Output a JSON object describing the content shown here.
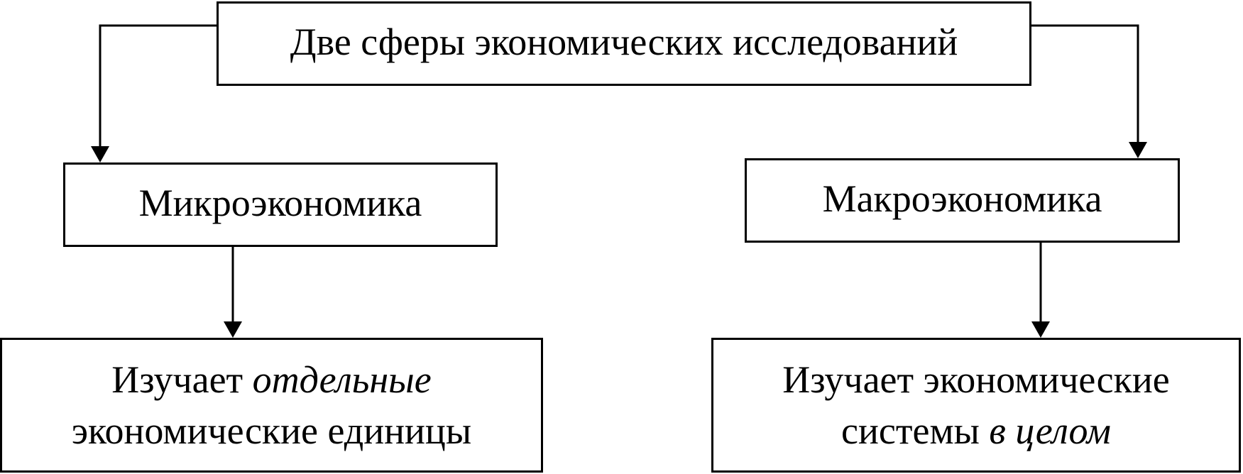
{
  "diagram": {
    "title": "Две сферы экономических исследований",
    "micro": {
      "label": "Микроэкономика",
      "description": {
        "line1_plain": "Изучает ",
        "line1_italic": "отдельные",
        "line2": "экономические единицы"
      }
    },
    "macro": {
      "label": "Макроэкономика",
      "description": {
        "line1": "Изучает экономические",
        "line2_plain": "системы ",
        "line2_italic": "в целом"
      }
    }
  },
  "colors": {
    "stroke": "#000000",
    "background": "#ffffff"
  }
}
